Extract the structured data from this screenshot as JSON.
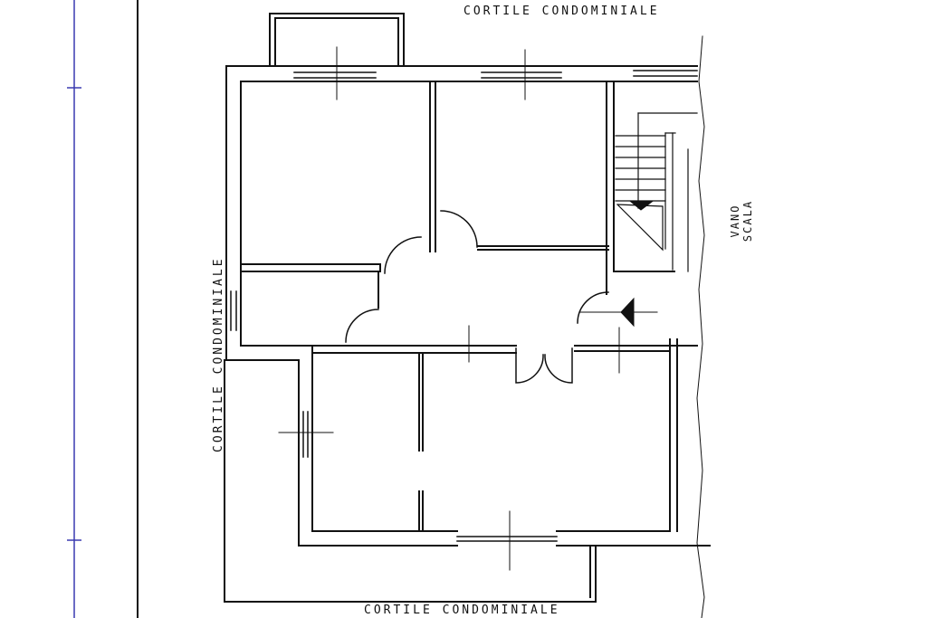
{
  "plan": {
    "labels": {
      "courtyard_top": "CORTILE CONDOMINIALE",
      "courtyard_left": "CORTILE CONDOMINIALE",
      "courtyard_bottom": "CORTILE CONDOMINIALE",
      "stairwell_line1": "VANO",
      "stairwell_line2": "SCALA"
    },
    "colors": {
      "ink": "#111111",
      "margin_line": "#3a3ab0"
    }
  }
}
